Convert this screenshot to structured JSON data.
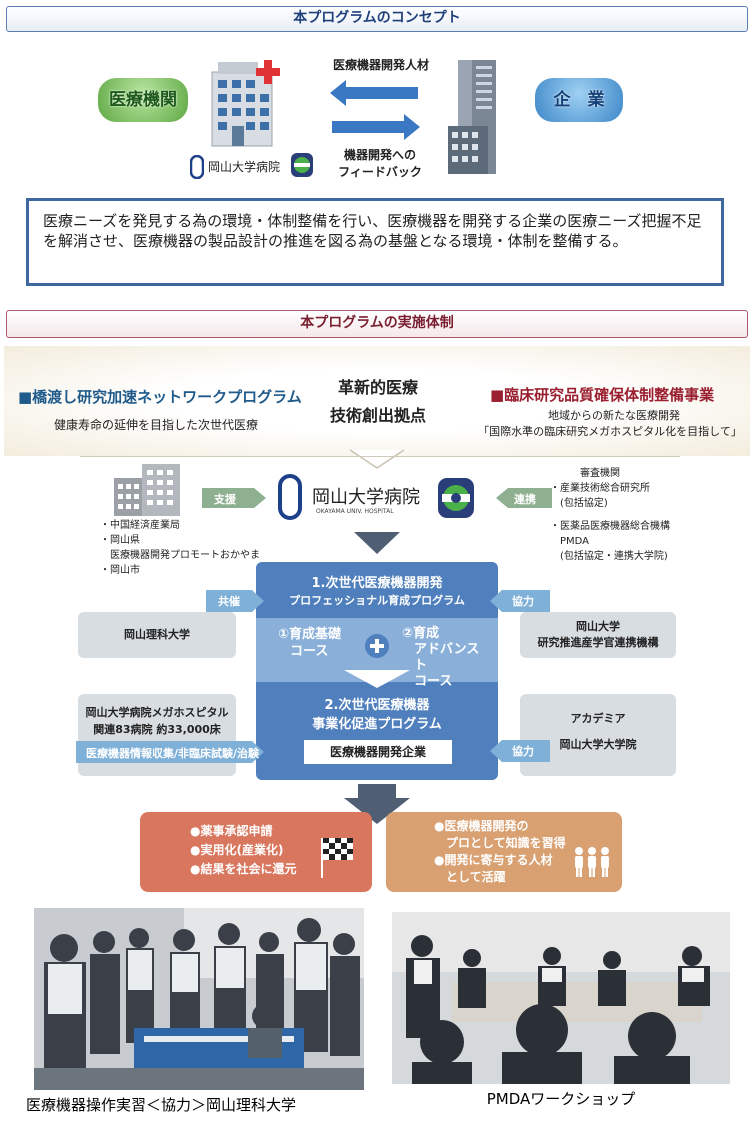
{
  "concept": {
    "title": "本プログラムのコンセプト",
    "left_label": "医療機関",
    "right_label": "企　業",
    "top_arrow_label": "医療機器開発人材",
    "bottom_arrow_label_1": "機器開発への",
    "bottom_arrow_label_2": "フィードバック",
    "hospital_logo_text": "岡山大学病院",
    "description": "医療ニーズを発見する為の環境・体制整備を行い、医療機器を開発する企業の医療ニーズ把握不足を解消させ、医療機器の製品設計の推進を図る為の基盤となる環境・体制を整備する。"
  },
  "system": {
    "title": "本プログラムの実施体制",
    "left_program": {
      "title": "■橋渡し研究加速ネットワークプログラム",
      "subtitle": "健康寿命の延伸を目指した次世代医療"
    },
    "center_title_1": "革新的医療",
    "center_title_2": "技術創出拠点",
    "right_program": {
      "title": "■臨床研究品質確保体制整備事業",
      "subtitle_1": "地域からの新たな医療開発",
      "subtitle_2": "「国際水準の臨床研究メガホスピタル化を目指して」"
    },
    "support_tag": "支援",
    "link_tag": "連携",
    "hospital_name": "岡山大学病院",
    "hospital_name_en": "OKAYAMA UNIV. HOSPITAL",
    "gov_items": [
      "・中国経済産業局",
      "・岡山県",
      "　医療機器開発プロモートおかやま",
      "・岡山市"
    ],
    "review_title": "審査機関",
    "review_items": [
      "・産業技術総合研究所",
      "　(包括協定)",
      "",
      "・医薬品医療機器総合機構",
      "　PMDA",
      "　(包括協定・連携大学院)"
    ],
    "program1_line1": "1.次世代医療機器開発",
    "program1_line2": "プロフェッショナル育成プログラム",
    "course1_1": "①育成基礎",
    "course1_2": "コース",
    "course2_1": "②育成",
    "course2_2": "アドバンスト",
    "course2_3": "コース",
    "program2_line1": "2.次世代医療機器",
    "program2_line2": "事業化促進プログラム",
    "company_box": "医療機器開発企業",
    "cosponsor_tag": "共催",
    "coop_tag_1": "協力",
    "coop_tag_2": "協力",
    "rika_univ": "岡山理科大学",
    "okayama_univ_1": "岡山大学",
    "okayama_univ_2": "研究推進産学官連携機構",
    "mega_1": "岡山大学病院メガホスピタル",
    "mega_2": "関連83病院 約33,000床",
    "mega_tag": "医療機器情報収集/非臨床試験/治験",
    "academia_1": "アカデミア",
    "academia_2": "岡山大学大学院",
    "outcome_left": [
      "●薬事承認申請",
      "●実用化(産業化)",
      "●結果を社会に還元"
    ],
    "outcome_right": [
      "●医療機器開発の",
      "　プロとして知識を習得",
      "●開発に寄与する人材",
      "　として活躍"
    ]
  },
  "photos": {
    "left_caption": "医療機器操作実習＜協力＞岡山理科大学",
    "right_caption": "PMDAワークショップ"
  },
  "colors": {
    "main_blue": "#4f7fbd",
    "outcome_left": "#d9765e",
    "outcome_right": "#d9a071"
  }
}
